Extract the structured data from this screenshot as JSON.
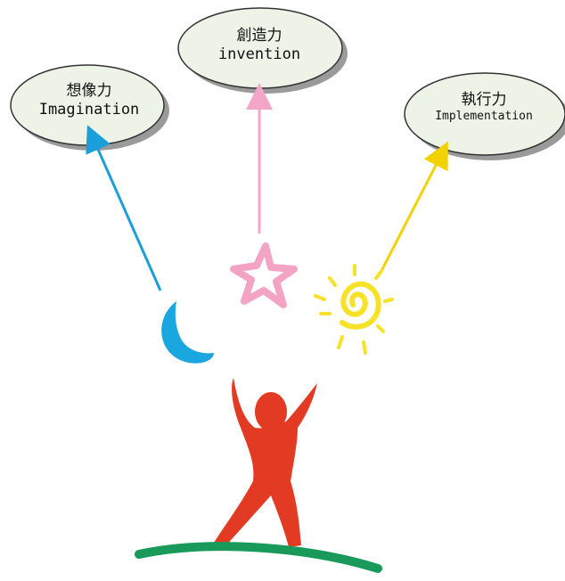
{
  "bubbles": {
    "imagination": {
      "chinese": "想像力",
      "english": "Imagination",
      "arrow_color": "#1a9fd8"
    },
    "invention": {
      "chinese": "創造力",
      "english": "invention",
      "arrow_color": "#f4a6c9"
    },
    "implementation": {
      "chinese": "執行力",
      "english": "Implementation",
      "arrow_color": "#f2d200"
    }
  },
  "colors": {
    "bubble_fill": "#eef3e8",
    "bubble_stroke": "#333333",
    "moon": "#1aa6df",
    "star": "#f3a3c3",
    "sun": "#f7e22a",
    "figure": "#e33a24",
    "ground": "#1a9a5a"
  }
}
